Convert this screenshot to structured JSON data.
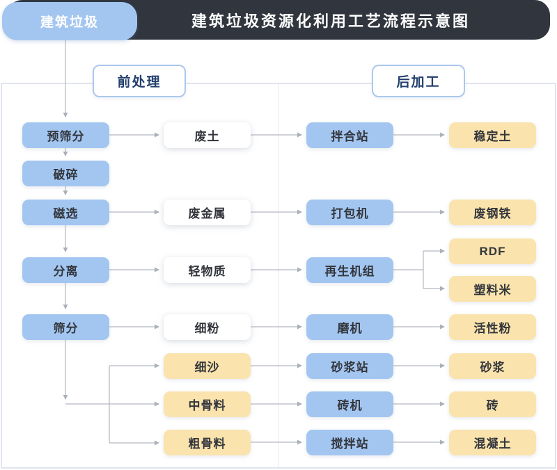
{
  "header": {
    "tab": "建筑垃圾",
    "title": "建筑垃圾资源化利用工艺流程示意图"
  },
  "sections": {
    "pre": "前处理",
    "post": "后加工"
  },
  "nodes": {
    "pre_steps": [
      "预筛分",
      "破碎",
      "磁选",
      "分离",
      "筛分"
    ],
    "materials": [
      "废土",
      "废金属",
      "轻物质",
      "细粉",
      "细沙",
      "中骨料",
      "粗骨料"
    ],
    "machines": [
      "拌合站",
      "打包机",
      "再生机组",
      "磨机",
      "砂浆站",
      "砖机",
      "搅拌站"
    ],
    "products": [
      "稳定土",
      "废钢铁",
      "RDF",
      "塑料米",
      "活性粉",
      "砂浆",
      "砖",
      "混凝土"
    ]
  },
  "colors": {
    "process_blue": "#a3c6f1",
    "output_yellow": "#fae3ad",
    "header_dark": "#30353e",
    "section_navy": "#24406f",
    "connector_gray": "#aab0b9",
    "panel_border": "#e1e4ef"
  }
}
